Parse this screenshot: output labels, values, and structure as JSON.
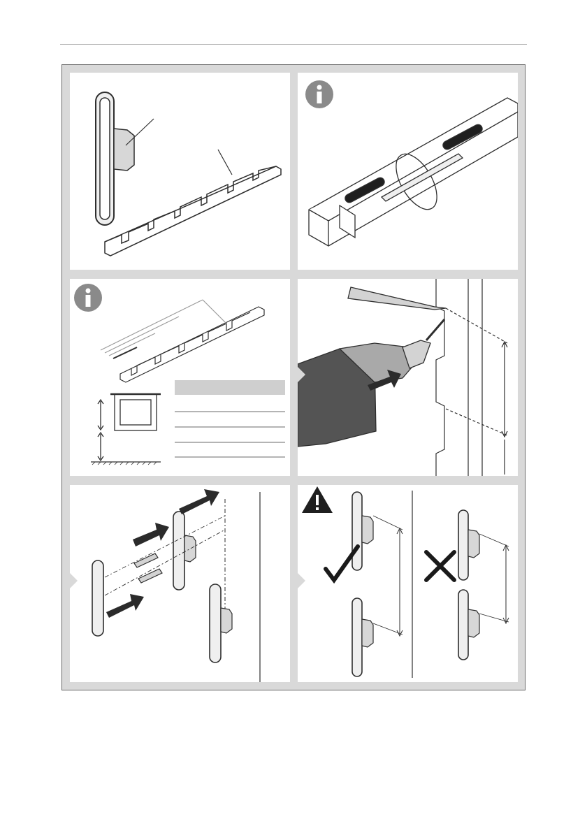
{
  "page": {
    "colors": {
      "frame": "#d9d9d9",
      "panel": "#ffffff",
      "line": "#3a3a3a",
      "arrow": "#2b2b2b",
      "table_header": "#cfcfcf"
    }
  },
  "panels": [
    {
      "id": "parts-overview",
      "icon": "none"
    },
    {
      "id": "package-contents",
      "icon": "info-icon"
    },
    {
      "id": "spacing-template",
      "icon": "info-icon"
    },
    {
      "id": "mark-and-drill",
      "icon": "none"
    },
    {
      "id": "mount-with-screws",
      "icon": "none"
    },
    {
      "id": "correct-vs-wrong-spacing",
      "icon": "warning-icon",
      "correct_icon": "check-icon",
      "wrong_icon": "cross-icon"
    }
  ]
}
